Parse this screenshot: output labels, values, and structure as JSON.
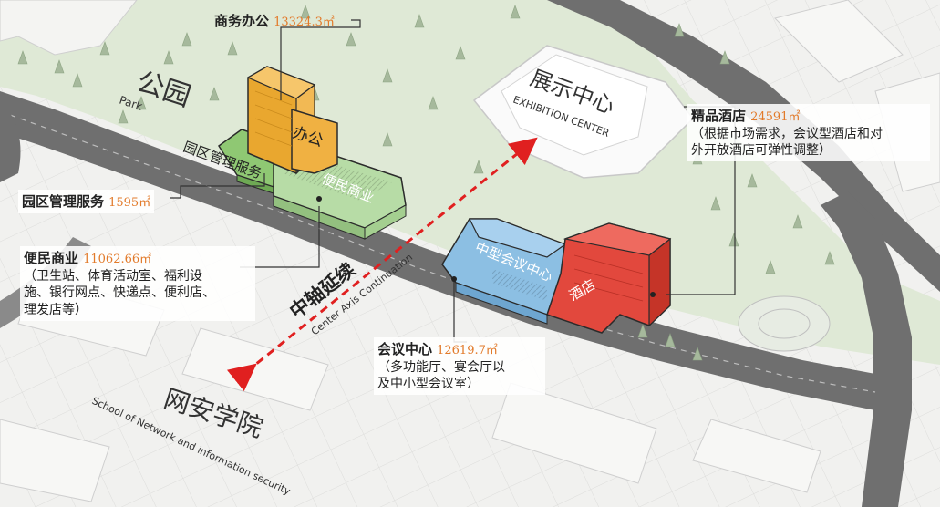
{
  "places": {
    "park_zh": "公园",
    "park_en": "Park",
    "exhibition_zh": "展示中心",
    "exhibition_en": "EXHIBITION CENTER",
    "school_zh": "网安学院",
    "school_en": "School of Network and information security",
    "axis_zh": "中轴延续",
    "axis_en": "Center Axis Continuation"
  },
  "buildings": {
    "office": "办公",
    "park_service": "园区管理服务",
    "retail": "便民商业",
    "conference": "中型会议中心",
    "hotel": "酒店"
  },
  "callouts": {
    "office": {
      "name": "商务办公",
      "area": "13324.3㎡"
    },
    "park_service": {
      "name": "园区管理服务",
      "area": "1595㎡"
    },
    "retail": {
      "name": "便民商业",
      "area": "11062.66㎡",
      "desc1": "（卫生站、体育活动室、福利设",
      "desc2": "施、银行网点、快递点、便利店、",
      "desc3": "理发店等）"
    },
    "hotel": {
      "name": "精品酒店",
      "area": "24591㎡",
      "desc1": "（根据市场需求，会议型酒店和对",
      "desc2": "外开放酒店可弹性调整）"
    },
    "conference": {
      "name": "会议中心",
      "area": "12619.7㎡",
      "desc1": "（多功能厅、宴会厅以",
      "desc2": "及中小型会议室）"
    }
  },
  "colors": {
    "office": "#e9a72f",
    "service": "#8fc873",
    "retail": "#a9d39a",
    "conference": "#8cbfe3",
    "hotel": "#e2483d",
    "area_text": "#e27a2a",
    "axis_arrow": "#e02020",
    "road": "#6f6f6f"
  }
}
